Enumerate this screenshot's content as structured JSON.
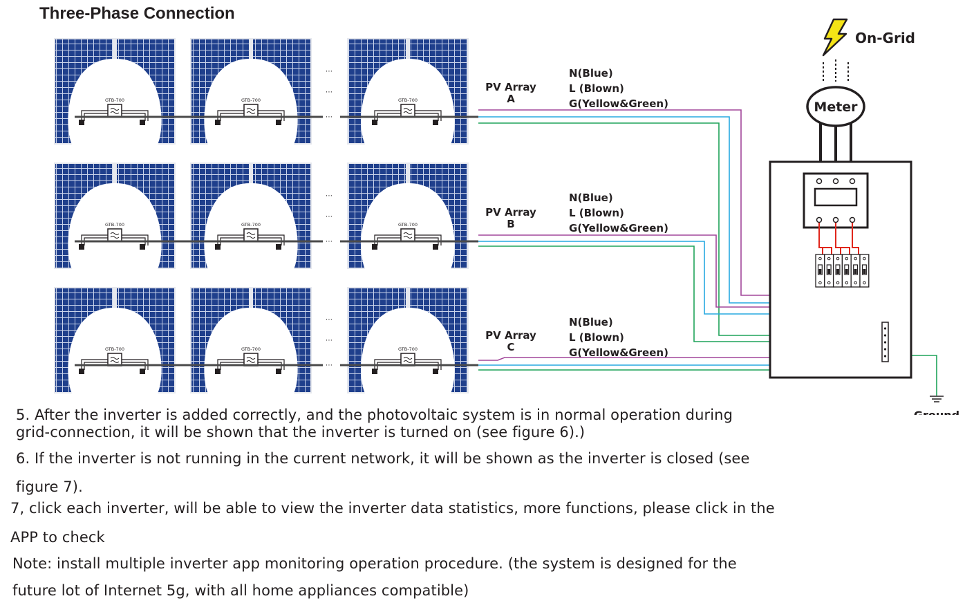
{
  "title": "Three-Phase Connection",
  "on_grid_label": "On-Grid",
  "meter_label": "Meter",
  "ground_label": "Ground",
  "inverter_model": "GTB-700",
  "ellipsis_mark": "⋯",
  "arrays": [
    {
      "label_line1": "PV Array",
      "label_line2": "A",
      "wire_n": "N(Blue)",
      "wire_l": "L (Blown)",
      "wire_g": "G(Yellow&Green)"
    },
    {
      "label_line1": "PV Array",
      "label_line2": "B",
      "wire_n": "N(Blue)",
      "wire_l": "L (Blown)",
      "wire_g": "G(Yellow&Green)"
    },
    {
      "label_line1": "PV Array",
      "label_line2": "C",
      "wire_n": "N(Blue)",
      "wire_l": "L (Blown)",
      "wire_g": "G(Yellow&Green)"
    }
  ],
  "colors": {
    "panel_blue": "#1f3f8c",
    "wire_purple": "#a2479a",
    "wire_blue": "#27a9e1",
    "wire_green": "#1fa35a",
    "wire_red": "#e0261b",
    "bolt_yellow": "#f5e416"
  },
  "instructions": [
    "5. After the inverter is added correctly, and the photovoltaic system is in normal operation during",
    "grid-connection, it will be shown that the inverter is turned on (see figure 6).)",
    "6. If the inverter is not running in the current network, it will be shown as the inverter is closed (see",
    "figure 7).",
    "7, click each inverter, will be able to view the inverter data statistics, more functions, please click in the",
    "APP to check",
    "Note: install multiple inverter app monitoring operation procedure. (the system is designed for the",
    "future lot of Internet 5g, with all home appliances compatible)"
  ]
}
